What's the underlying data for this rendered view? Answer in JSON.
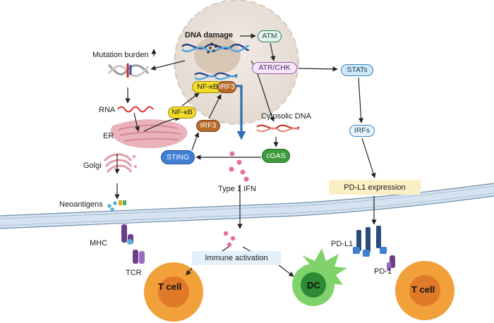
{
  "labels": {
    "dna_damage": "DNA damage",
    "atm": "ATM",
    "atr_chk": "ATR/CHK",
    "stats": "STATs",
    "irfs": "IRFs",
    "pdl1_expression": "PD-L1 expression",
    "mutation_burden": "Mutation burden",
    "rna": "RNA",
    "er": "ER",
    "golgi": "Golgi",
    "neoantigens": "Neoantigens",
    "nfkb": "NF-κB",
    "irf3": "IRF3",
    "sting": "STING",
    "cgas": "cGAS",
    "cytosolic_dna": "Cytosolic DNA",
    "type1_ifn": "Type 1 IFN",
    "immune_activation": "Immune activation",
    "mhc": "MHC",
    "tcr": "TCR",
    "t_cell": "T cell",
    "dc": "DC",
    "pd_l1": "PD-L1",
    "pd_1": "PD-1"
  },
  "colors": {
    "nucleus": "#e9e1da",
    "nucleolus": "#d9c7b5",
    "membrane": "#b9cfe4",
    "membrane_line": "#6f8faa",
    "t_cell_outer": "#f1a03a",
    "t_cell_inner": "#e07a28",
    "dc_outer": "#7fd36a",
    "dc_inner": "#2e8a35",
    "ifn_dots": "#e8708f",
    "sting": "#3f7fd4",
    "cgas": "#3d9b3c",
    "nfkb": "#f3dc2a",
    "irf3": "#b86b2a",
    "pd1_pdl1": "#2a4b7c",
    "mhc_tcr": "#6b3f8a",
    "er_golgi": "#e8a3ae",
    "arrow_blue": "#2f6fb5"
  },
  "icons": [
    "dna-helix-icon",
    "dna-double-helix-icon",
    "rna-strand-icon",
    "er-organelle-icon",
    "golgi-organelle-icon",
    "neoantigen-icon",
    "ifn-particle-icon",
    "mhc-icon",
    "tcr-icon",
    "pd-l1-receptor-icon",
    "pd-1-receptor-icon"
  ]
}
